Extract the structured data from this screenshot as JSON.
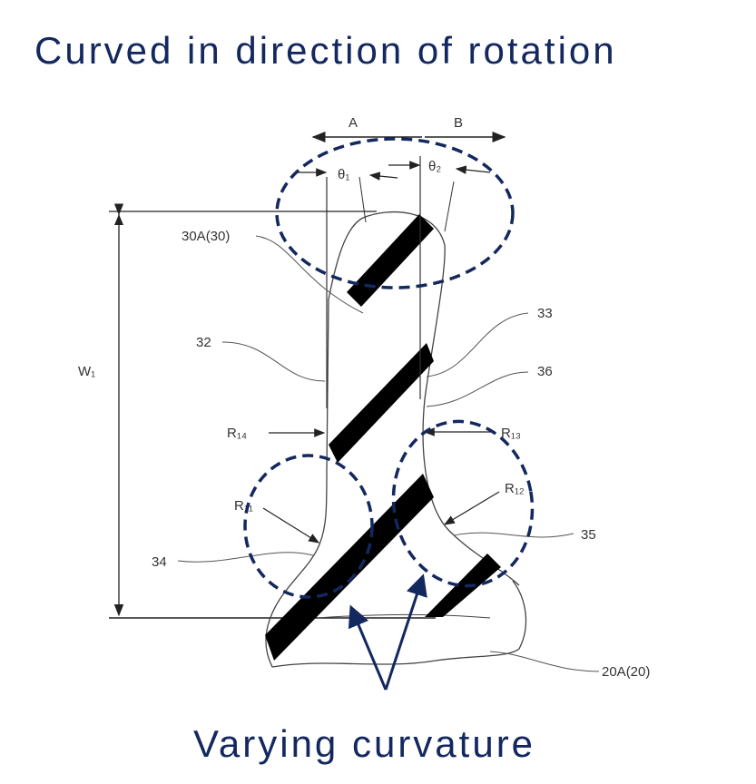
{
  "title": "Curved in direction of rotation",
  "caption": "Varying curvature",
  "labels": {
    "a": "A",
    "b": "B",
    "theta1": "θ₁",
    "theta2": "θ₂",
    "tooth": "30A(30)",
    "n32": "32",
    "n33": "33",
    "n36": "36",
    "w1": "W₁",
    "r14": "R₁₄",
    "r13": "R₁₃",
    "r11": "R₁₁",
    "r12": "R₁₂",
    "n34": "34",
    "n35": "35",
    "base": "20A(20)"
  },
  "colors": {
    "accent": "#13285e",
    "line": "#333333"
  }
}
